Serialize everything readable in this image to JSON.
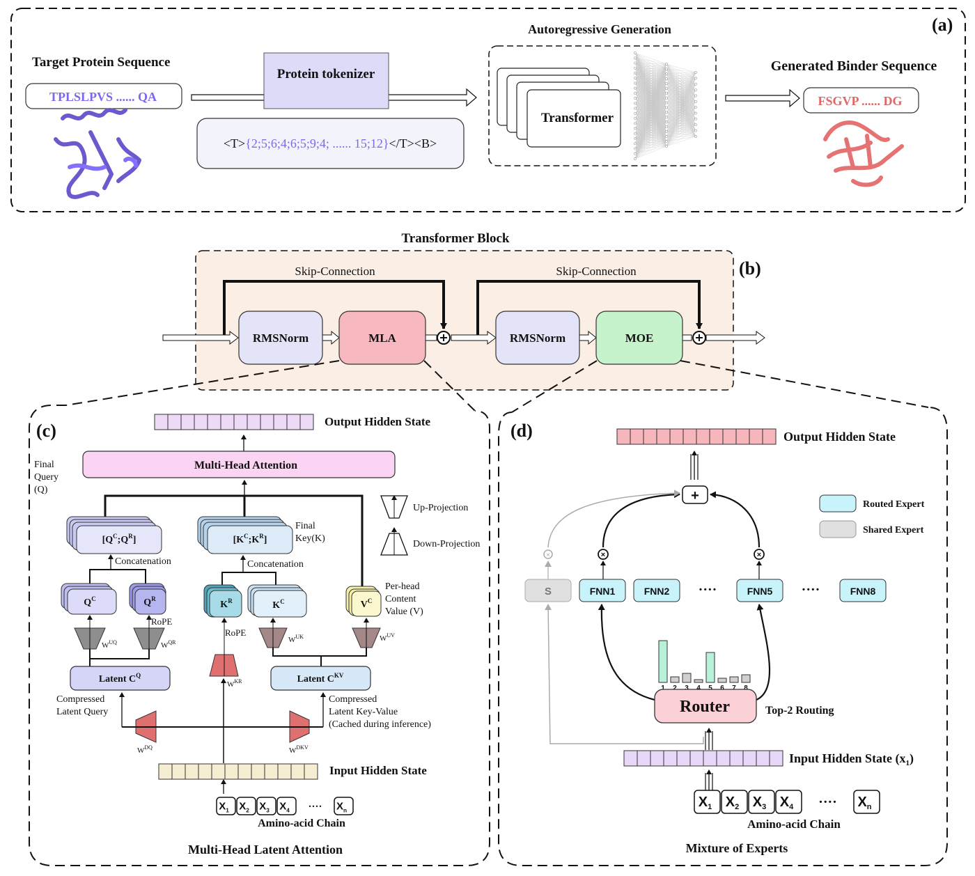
{
  "panel_a": {
    "tag": "(a)",
    "target_title": "Target Protein Sequence",
    "target_seq": "TPLSLPVS ...... QA",
    "tokenizer": "Protein tokenizer",
    "token_open": "<T>",
    "token_ids": "{2;5;6;4;6;5;9;4; ...... 15;12}",
    "token_close": "</T><B>",
    "autoreg_title": "Autoregressive Generation",
    "transformer": "Transformer",
    "binder_title": "Generated Binder Sequence",
    "binder_seq": "FSGVP ...... DG",
    "colors": {
      "target": "#7b68ee",
      "binder": "#e06666"
    }
  },
  "panel_b": {
    "tag": "(b)",
    "title": "Transformer Block",
    "skip1": "Skip-Connection",
    "skip2": "Skip-Connection",
    "rmsnorm1": "RMSNorm",
    "mla": "MLA",
    "rmsnorm2": "RMSNorm",
    "moe": "MOE"
  },
  "panel_c": {
    "tag": "(c)",
    "output": "Output Hidden State",
    "mha": "Multi-Head Attention",
    "final_query": [
      "Final",
      "Query",
      "(Q)"
    ],
    "up_proj": "Up-Projection",
    "down_proj": "Down-Projection",
    "qcat": "[Q",
    "kcat": "[K",
    "final_key": [
      "Final",
      "Key(K)"
    ],
    "concat1": "Concatenation",
    "concat2": "Concatenation",
    "per_head": [
      "Per-head",
      "Content",
      "Value (V)"
    ],
    "rope1": "RoPE",
    "rope2": "RoPE",
    "w_uq": "UQ",
    "w_qr": "QR",
    "w_uk": "UK",
    "w_uv": "UV",
    "w_kr": "KR",
    "w_dq": "DQ",
    "w_dkv": "DKV",
    "latent_q": "Latent C",
    "latent_kv": "Latent C",
    "compressed_q": [
      "Compressed",
      "Latent Query"
    ],
    "compressed_kv": [
      "Compressed",
      "Latent Key-Value",
      "(Cached during inference)"
    ],
    "input": "Input Hidden State",
    "chain": "Amino-acid Chain",
    "title": "Multi-Head Latent Attention"
  },
  "panel_d": {
    "tag": "(d)",
    "output": "Output Hidden State",
    "legend_routed": "Routed Expert",
    "legend_shared": "Shared Expert",
    "shared": "S",
    "experts": [
      "FNN1",
      "FNN2",
      "FNN5",
      "FNN8"
    ],
    "dots": "····",
    "router": "Router",
    "routing": "Top-2 Routing",
    "router_bars": [
      {
        "label": "1",
        "value": 60,
        "color": "#b8f0d8"
      },
      {
        "label": "2",
        "value": 8,
        "color": "#d0d0d0"
      },
      {
        "label": "3",
        "value": 13,
        "color": "#d0d0d0"
      },
      {
        "label": "4",
        "value": 4,
        "color": "#d0d0d0"
      },
      {
        "label": "5",
        "value": 43,
        "color": "#b8f0d8"
      },
      {
        "label": "6",
        "value": 6,
        "color": "#d0d0d0"
      },
      {
        "label": "7",
        "value": 8,
        "color": "#d0d0d0"
      },
      {
        "label": "8",
        "value": 11,
        "color": "#d0d0d0"
      }
    ],
    "input": "Input Hidden State (x",
    "input_sub": "1",
    "chain": "Amino-acid Chain",
    "title": "Mixture of Experts"
  },
  "chain_tokens": {
    "x": "X",
    "subs": [
      "1",
      "2",
      "3",
      "4"
    ],
    "sub_n": "n",
    "ellipsis": "····"
  }
}
